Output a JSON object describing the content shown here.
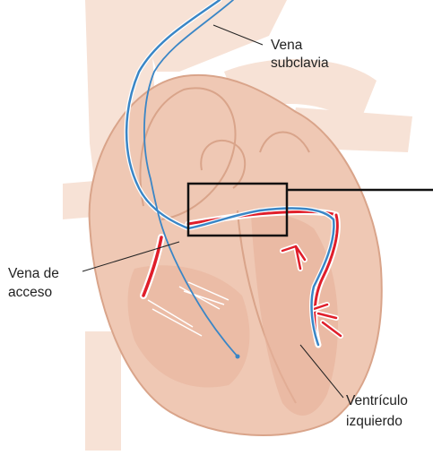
{
  "labels": {
    "subclavian_line1": "Vena",
    "subclavian_line2": "subclavia",
    "access_line1": "Vena de",
    "access_line2": "acceso",
    "ventricle_line1": "Ventrículo",
    "ventricle_line2": "izquierdo"
  },
  "colors": {
    "background": "#ffffff",
    "vessel_fill": "#f7e2d6",
    "heart_fill": "#efc8b4",
    "heart_outline": "#d9a48a",
    "inner_fill": "#e7b29b",
    "catheter_blue": "#3a86c6",
    "artery_red": "#e01e2a",
    "leader_line": "#222222",
    "callout_box": "#111111"
  }
}
